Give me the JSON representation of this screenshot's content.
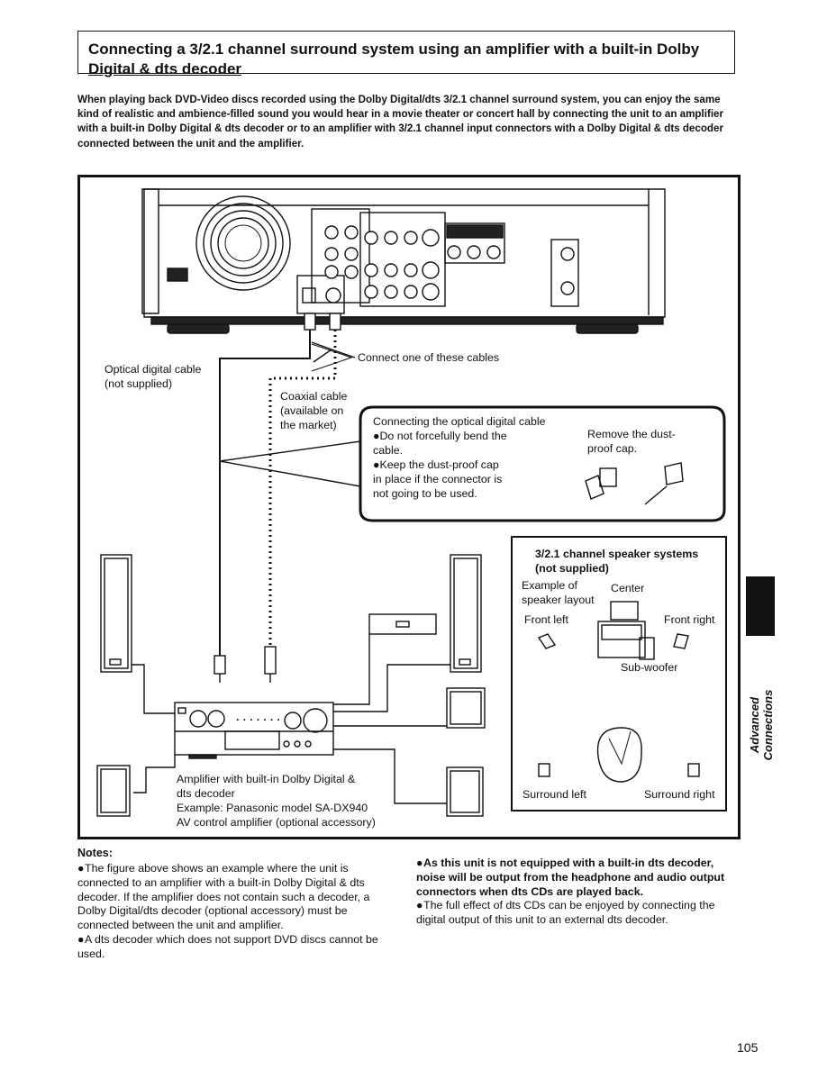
{
  "title": {
    "line1": "Connecting a 3/2.1 channel surround system using an amplifier with a built-in Dolby",
    "line2": "Digital & dts decoder"
  },
  "intro": "When playing back DVD-Video discs recorded using the Dolby Digital/dts 3/2.1 channel surround system, you can enjoy the same kind of realistic and ambience-filled sound you would hear in a movie theater or concert hall by connecting the unit to an amplifier with a built-in Dolby Digital & dts decoder or to an amplifier with 3/2.1 channel input connectors with a Dolby Digital & dts decoder connected between the unit and the amplifier.",
  "figure": {
    "connect_label": "Connect one of these cables",
    "optical_label": "Optical digital cable\n(not supplied)",
    "coaxial_label": "Coaxial cable\n(available on\nthe market)",
    "optical_box": {
      "heading": "Connecting the optical digital cable",
      "bullet1": "●Do not forcefully bend the\n   cable.",
      "bullet2": "●Keep the dust-proof cap\n   in place if the connector is\n   not going to be used.",
      "remove_cap": "Remove the dust-\nproof cap."
    },
    "speaker_box": {
      "heading": "3/2.1 channel speaker systems\n(not supplied)",
      "example": "Example of\nspeaker layout",
      "center": "Center",
      "front_left": "Front left",
      "front_right": "Front right",
      "subwoofer": "Sub-woofer",
      "surround_left": "Surround left",
      "surround_right": "Surround right"
    },
    "amplifier_label": "Amplifier with built-in Dolby Digital &\ndts decoder\nExample: Panasonic model SA-DX940\nAV control amplifier (optional accessory)",
    "amp_dots": "· · · · · · ·"
  },
  "notes": {
    "heading": "Notes:",
    "left1": "The figure above shows an example where the unit is connected to an amplifier with a built-in Dolby Digital & dts decoder.  If the amplifier does not contain such a decoder, a Dolby Digital/dts decoder (optional accessory) must be connected between the unit and amplifier.",
    "left2": "A dts decoder which does not support DVD discs cannot be used.",
    "right1": "As this unit is not equipped with a built-in dts decoder, noise will be output from the headphone and audio output connectors when dts CDs are played back.",
    "right2": "The full effect of dts CDs can be enjoyed by connecting the digital output of this unit to an external dts decoder.",
    "bullet": "●"
  },
  "side_tab": "Advanced Connections",
  "page_number": "105"
}
